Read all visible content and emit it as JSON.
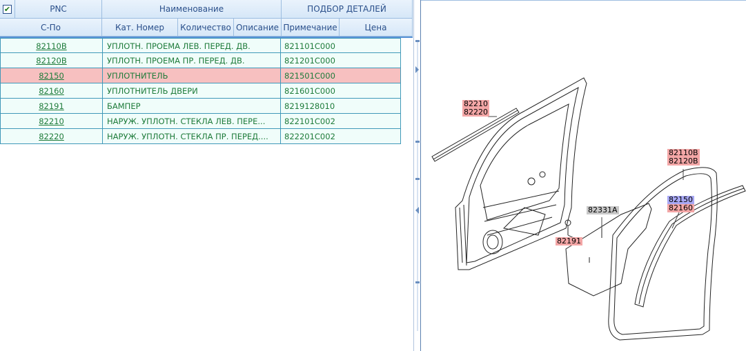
{
  "header": {
    "row1": {
      "checkbox_mark": "✔",
      "pnc": "PNC",
      "name": "Наименование",
      "selection": "ПОДБОР ДЕТАЛЕЙ"
    },
    "row2": {
      "sno": "С-По",
      "cat": "Кат. Номер",
      "qty": "Количество",
      "desc": "Описание",
      "note": "Примечание",
      "price": "Цена"
    }
  },
  "rows": [
    {
      "pnc": "82110B",
      "name": "УПЛОТН. ПРОЕМА ЛЕВ. ПЕРЕД. ДВ.",
      "part": "821101C000",
      "selected": false
    },
    {
      "pnc": "82120B",
      "name": "УПЛОТН. ПРОЕМА ПР. ПЕРЕД. ДВ.",
      "part": "821201C000",
      "selected": false
    },
    {
      "pnc": "82150",
      "name": "УПЛОТНИТЕЛЬ",
      "part": "821501C000",
      "selected": true
    },
    {
      "pnc": "82160",
      "name": "УПЛОТНИТЕЛЬ ДВЕРИ",
      "part": "821601C000",
      "selected": false
    },
    {
      "pnc": "82191",
      "name": "БАМПЕР",
      "part": "8219128010",
      "selected": false
    },
    {
      "pnc": "82210",
      "name": "НАРУЖ. УПЛОТН. СТЕКЛА ЛЕВ. ПЕРЕ...",
      "part": "822101C002",
      "selected": false
    },
    {
      "pnc": "82220",
      "name": "НАРУЖ. УПЛОТН. СТЕКЛА ПР. ПЕРЕД....",
      "part": "822201C002",
      "selected": false
    }
  ],
  "diagram": {
    "callouts": {
      "c82210": "82210",
      "c82220": "82220",
      "c82110b": "82110B",
      "c82120b": "82120B",
      "c82150": "82150",
      "c82160": "82160",
      "c82331a": "82331A",
      "c82191": "82191"
    }
  },
  "colors": {
    "header_text": "#2a4f8a",
    "row_text": "#1e7b3a",
    "selected_row": "#f7c0c0",
    "callout_red": "#f3a6a6",
    "callout_gray": "#c8c8c8",
    "callout_blue": "#a8a8f4"
  }
}
